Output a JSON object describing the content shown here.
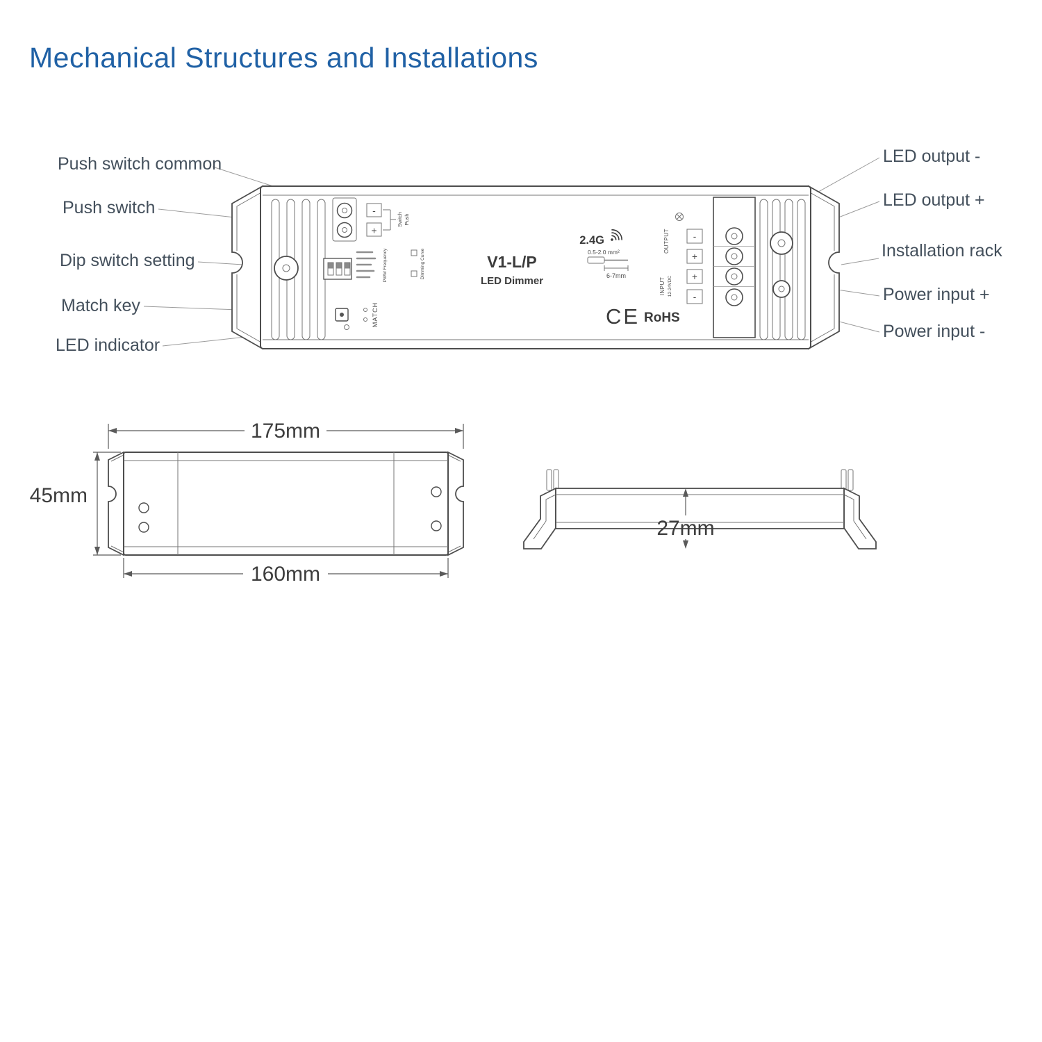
{
  "title": "Mechanical Structures and Installations",
  "callouts": {
    "left": [
      "Push switch common",
      "Push switch",
      "Dip switch setting",
      "Match key",
      "LED indicator"
    ],
    "right": [
      "LED output -",
      "LED output +",
      "Installation rack",
      "Power input +",
      "Power input -"
    ]
  },
  "device": {
    "model": "V1-L/P",
    "name": "LED Dimmer",
    "rf": "2.4G",
    "wire_gauge": "0.5-2.0 mm²",
    "strip_length": "6-7mm",
    "ce": "CE",
    "rohs": "RoHS",
    "output": "OUTPUT",
    "input": "INPUT",
    "voltage": "12-24VDC",
    "match": "MATCH",
    "switch_word1": "Switch",
    "switch_word2": "Push",
    "dip_caption1": "PWM Frequency",
    "dip_caption2": "Dimming Curve",
    "signs": {
      "minus": "-",
      "plus": "+"
    }
  },
  "dimensions": {
    "overall_width": "175mm",
    "height": "45mm",
    "body_width": "160mm",
    "depth": "27mm"
  },
  "colors": {
    "title": "#2061a5",
    "label": "#44505c",
    "line": "#4d4d4d",
    "leader": "#9b9b9b"
  }
}
